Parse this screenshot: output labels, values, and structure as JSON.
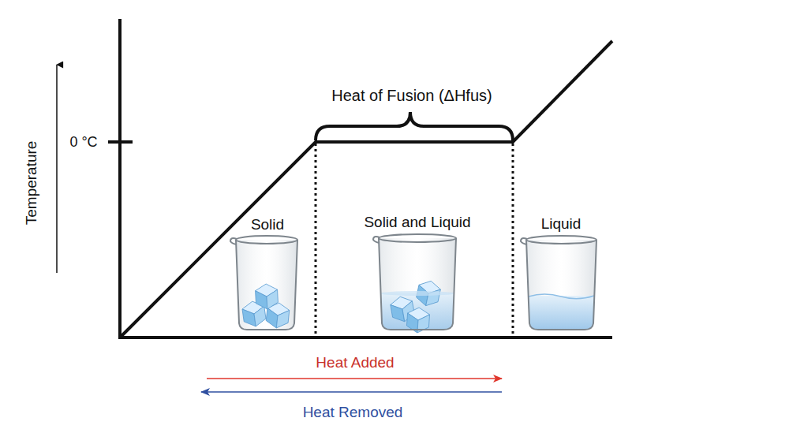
{
  "diagram": {
    "labels": [
      "Temperature",
      "0 °C",
      "Heat of Fusion (ΔHfus)",
      "Solid",
      "Solid and Liquid",
      "Liquid",
      "Heat Added",
      "Heat Removed"
    ]
  }
}
